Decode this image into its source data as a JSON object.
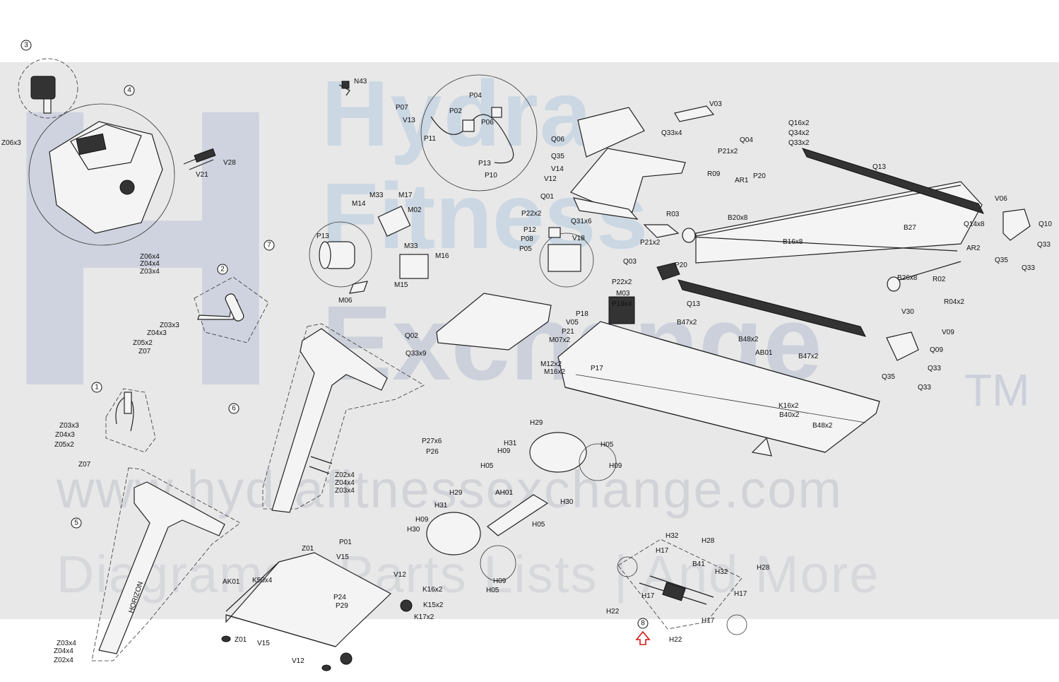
{
  "watermark": {
    "brand_lines": [
      "Hydra",
      "Fitness",
      "Exchange"
    ],
    "trademark": "TM",
    "url": "www.hydrafitnessexchange.com",
    "tagline": "Diagrams | Parts Lists | And More"
  },
  "colors": {
    "band": "#e8e8e8",
    "watermark": "#cbd0db",
    "highlight_arrow": "#d11a1a",
    "line": "#222222"
  },
  "callouts": [
    "1",
    "2",
    "3",
    "4",
    "5",
    "6",
    "7",
    "8"
  ],
  "parts": {
    "top_left": [
      "Z06x3",
      "V21",
      "V28",
      "Z06x4",
      "Z04x4",
      "Z03x4"
    ],
    "harness": [
      "N43",
      "P04",
      "P07",
      "P02",
      "V13",
      "P06",
      "P11",
      "P13",
      "P10"
    ],
    "motor": [
      "M33",
      "M17",
      "M14",
      "M02",
      "P13",
      "M33",
      "M16",
      "M15",
      "M06"
    ],
    "hood": [
      "V03",
      "Q06",
      "Q33x4",
      "Q35",
      "V14",
      "V12",
      "Q01",
      "Q31x6"
    ],
    "electronics": [
      "P22x2",
      "P12",
      "P08",
      "P05",
      "V18"
    ],
    "deck": [
      "Q16x2",
      "Q34x2",
      "Q04",
      "Q33x2",
      "P21x2",
      "R09",
      "AR1",
      "P20",
      "Q13",
      "R03",
      "B20x8",
      "B27",
      "Q14x8",
      "V06",
      "Q10",
      "Q33",
      "B16x8",
      "P21x2",
      "AR2",
      "Q35",
      "Q33",
      "Q03",
      "P20",
      "R02",
      "B26x8",
      "Q13",
      "V30",
      "R04x2",
      "V09"
    ],
    "frame": [
      "P22x2",
      "P19x4",
      "M03",
      "P18",
      "V05",
      "P21",
      "M07x2",
      "P17",
      "M12x2",
      "M16x2",
      "B47x2",
      "B48x2",
      "AB01",
      "B47x2",
      "Q09",
      "Q33",
      "Q35",
      "Q33",
      "K16x2",
      "B40x2",
      "B48x2",
      "Q02",
      "Q33x9"
    ],
    "handlebars": [
      "Z03x3",
      "Z04x3",
      "Z05x2",
      "Z07",
      "Z03x3",
      "Z04x3",
      "Z05x2",
      "Z07"
    ],
    "uprights": [
      "Z02x4",
      "Z04x4",
      "Z03x4",
      "Z03x4",
      "Z04x4",
      "Z02x4"
    ],
    "upright_brand": "HORIZON",
    "lift": [
      "P27x6",
      "P26",
      "H29",
      "H31",
      "H09",
      "H05",
      "H05",
      "H09",
      "H29",
      "AH01",
      "H30",
      "H31",
      "H09",
      "H05",
      "H30",
      "H09",
      "H05"
    ],
    "base": [
      "Z01",
      "P01",
      "V15",
      "AK01",
      "K50x4",
      "V12",
      "K16x2",
      "P24",
      "P29",
      "K15x2",
      "K17x2",
      "Z01",
      "V15",
      "V12"
    ],
    "lift_assembly": [
      "H32",
      "H28",
      "H17",
      "B41",
      "H32",
      "H28",
      "H17",
      "H17",
      "H22",
      "H17",
      "H22"
    ]
  }
}
